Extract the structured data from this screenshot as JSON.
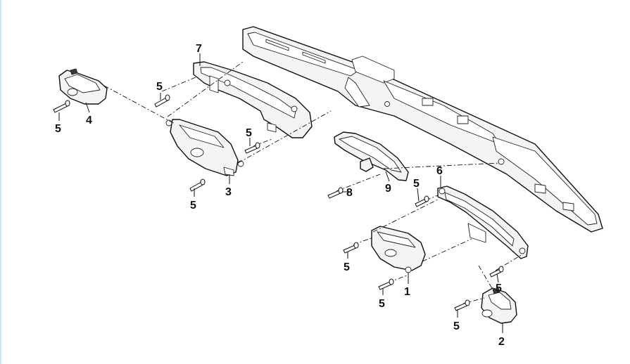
{
  "diagram": {
    "callouts": {
      "c1": "1",
      "c2": "2",
      "c3": "3",
      "c4": "4",
      "c5a": "5",
      "c5b": "5",
      "c5c": "5",
      "c5d": "5",
      "c5e": "5",
      "c5f": "5",
      "c5g": "5",
      "c5h": "5",
      "c5i": "5",
      "c6": "6",
      "c7": "7",
      "c8": "8",
      "c9": "9"
    }
  }
}
